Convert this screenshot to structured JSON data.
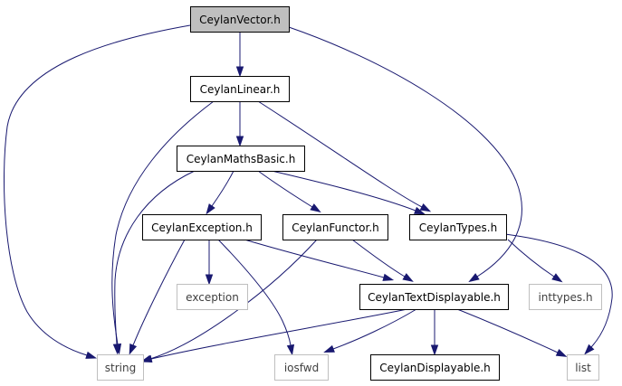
{
  "colors": {
    "edge": "#191970",
    "root_fill": "#bfbfbf",
    "node_border": "#000000",
    "external_border": "#bfbfbf",
    "external_text": "#404040"
  },
  "nodes": [
    {
      "id": "ceylan-vector-h",
      "label": "CeylanVector.h",
      "kind": "root"
    },
    {
      "id": "ceylan-linear-h",
      "label": "CeylanLinear.h",
      "kind": "internal"
    },
    {
      "id": "ceylan-maths-basic-h",
      "label": "CeylanMathsBasic.h",
      "kind": "internal"
    },
    {
      "id": "ceylan-exception-h",
      "label": "CeylanException.h",
      "kind": "internal"
    },
    {
      "id": "ceylan-functor-h",
      "label": "CeylanFunctor.h",
      "kind": "internal"
    },
    {
      "id": "ceylan-types-h",
      "label": "CeylanTypes.h",
      "kind": "internal"
    },
    {
      "id": "exception",
      "label": "exception",
      "kind": "external"
    },
    {
      "id": "ceylan-text-displayable-h",
      "label": "CeylanTextDisplayable.h",
      "kind": "internal"
    },
    {
      "id": "inttypes-h",
      "label": "inttypes.h",
      "kind": "external"
    },
    {
      "id": "string",
      "label": "string",
      "kind": "external"
    },
    {
      "id": "iosfwd",
      "label": "iosfwd",
      "kind": "external"
    },
    {
      "id": "ceylan-displayable-h",
      "label": "CeylanDisplayable.h",
      "kind": "internal"
    },
    {
      "id": "list",
      "label": "list",
      "kind": "external"
    }
  ],
  "edges": [
    {
      "from": "ceylan-vector-h",
      "to": "ceylan-linear-h"
    },
    {
      "from": "ceylan-vector-h",
      "to": "string"
    },
    {
      "from": "ceylan-vector-h",
      "to": "ceylan-text-displayable-h"
    },
    {
      "from": "ceylan-linear-h",
      "to": "ceylan-maths-basic-h"
    },
    {
      "from": "ceylan-linear-h",
      "to": "string"
    },
    {
      "from": "ceylan-linear-h",
      "to": "ceylan-types-h"
    },
    {
      "from": "ceylan-maths-basic-h",
      "to": "ceylan-exception-h"
    },
    {
      "from": "ceylan-maths-basic-h",
      "to": "ceylan-functor-h"
    },
    {
      "from": "ceylan-maths-basic-h",
      "to": "ceylan-types-h"
    },
    {
      "from": "ceylan-maths-basic-h",
      "to": "string"
    },
    {
      "from": "ceylan-exception-h",
      "to": "exception"
    },
    {
      "from": "ceylan-exception-h",
      "to": "string"
    },
    {
      "from": "ceylan-exception-h",
      "to": "iosfwd"
    },
    {
      "from": "ceylan-exception-h",
      "to": "ceylan-text-displayable-h"
    },
    {
      "from": "ceylan-functor-h",
      "to": "ceylan-text-displayable-h"
    },
    {
      "from": "ceylan-functor-h",
      "to": "string"
    },
    {
      "from": "ceylan-types-h",
      "to": "inttypes-h"
    },
    {
      "from": "ceylan-types-h",
      "to": "list"
    },
    {
      "from": "ceylan-text-displayable-h",
      "to": "string"
    },
    {
      "from": "ceylan-text-displayable-h",
      "to": "iosfwd"
    },
    {
      "from": "ceylan-text-displayable-h",
      "to": "ceylan-displayable-h"
    },
    {
      "from": "ceylan-text-displayable-h",
      "to": "list"
    }
  ]
}
